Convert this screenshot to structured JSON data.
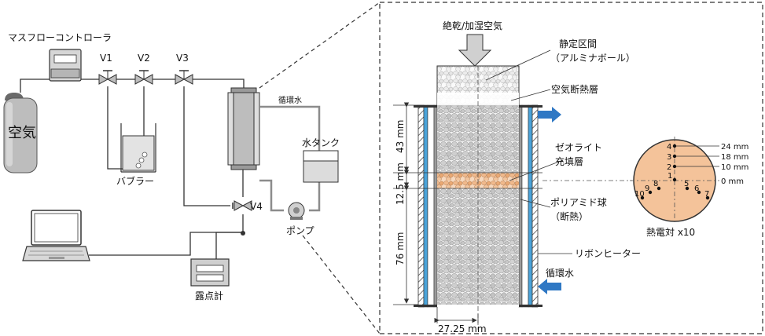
{
  "left": {
    "mfc_label": "マスフローコントローラ",
    "air_label": "空気",
    "valves": [
      "V1",
      "V2",
      "V3",
      "V4"
    ],
    "bubbler_label": "バブラー",
    "circulating_water_label": "循環水",
    "water_tank_label": "水タンク",
    "pump_label": "ポンプ",
    "dew_point_meter_label": "露点計"
  },
  "detail": {
    "inlet_air_label": "絶乾/加湿空気",
    "rectifier_label_line1": "静定区間",
    "rectifier_label_line2": "（アルミナボール）",
    "air_insulation_label": "空気断熱層",
    "zeolite_label_line1": "ゼオライト",
    "zeolite_label_line2": "充填層",
    "polyamide_label_line1": "ポリアミド球",
    "polyamide_label_line2": "（断熱）",
    "ribbon_heater_label": "リボンヒーター",
    "circulating_water_label": "循環水",
    "dim_43": "43 mm",
    "dim_12_5": "12.5 mm",
    "dim_76": "76 mm",
    "dim_width": "27.25 mm"
  },
  "thermocouple": {
    "caption": "熱電対 x10",
    "numbers": [
      "1",
      "2",
      "3",
      "4",
      "5",
      "6",
      "7",
      "8",
      "9",
      "10"
    ],
    "heights": [
      "24 mm",
      "18 mm",
      "10 mm",
      "0 mm"
    ]
  },
  "colors": {
    "zeolite_fill": "#f4c39a",
    "blue_arrow": "#2f78c4",
    "water_blue": "#4aa3d9",
    "gray_body": "#c8c8c8"
  }
}
